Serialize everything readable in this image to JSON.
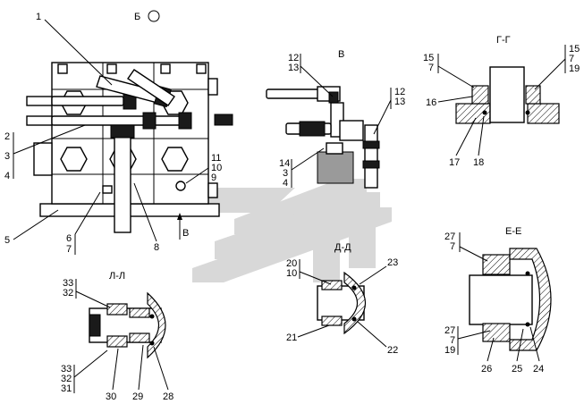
{
  "views": {
    "main": {
      "callouts": [
        "1",
        "2",
        "3",
        "4",
        "5",
        "6",
        "7",
        "8",
        "11",
        "10",
        "9"
      ],
      "view_marker_b": "Б",
      "view_arrow_v": "В"
    },
    "view_v": {
      "title": "В",
      "callouts_left_top": [
        "12",
        "13"
      ],
      "callouts_right_top": [
        "12",
        "13"
      ],
      "callouts_left_bottom": [
        "14",
        "3",
        "4"
      ]
    },
    "section_gg": {
      "title": "Г-Г",
      "callouts_left": [
        "15",
        "7"
      ],
      "callouts_right": [
        "15",
        "7",
        "19"
      ],
      "callouts_mid": [
        "16"
      ],
      "callouts_bottom": [
        "17",
        "18"
      ]
    },
    "section_ll": {
      "title": "Л-Л",
      "callouts_top": [
        "33",
        "32"
      ],
      "callouts_left_bottom": [
        "33",
        "32",
        "31"
      ],
      "callouts_bottom": [
        "30",
        "29",
        "28"
      ]
    },
    "section_dd": {
      "title": "Д-Д",
      "callouts_left_top": [
        "20",
        "10"
      ],
      "callouts_right": [
        "23",
        "22"
      ],
      "callouts_left_bottom": [
        "21"
      ]
    },
    "section_ee": {
      "title": "Е-Е",
      "callouts_top": [
        "27",
        "7"
      ],
      "callouts_left_bottom": [
        "27",
        "7",
        "19"
      ],
      "callouts_bottom": [
        "26",
        "25",
        "24"
      ]
    }
  },
  "colors": {
    "line": "#000000",
    "watermark": "#cfcfcf",
    "hatch": "#000000"
  }
}
